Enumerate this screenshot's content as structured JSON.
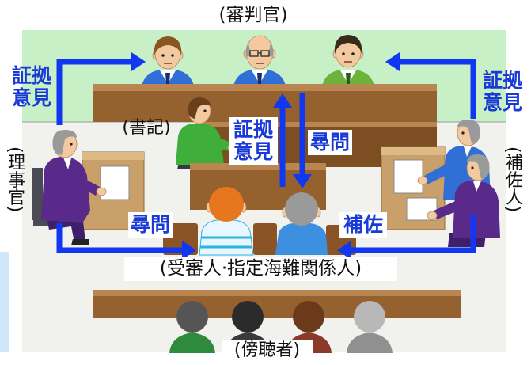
{
  "colors": {
    "arrow_blue": "#1038f0",
    "label_blue": "#1a3ad8",
    "wall_green": "#c8f0c6",
    "desk_brown": "#94612f"
  },
  "labels": {
    "judges": "(審判官)",
    "clerk": "(書記)",
    "inspector": "(理事官)",
    "counsel": "(補佐人)",
    "accused": "(受審人·指定海難関係人)",
    "audience": "(傍聴者)"
  },
  "flows": {
    "inspector_to_judges": {
      "line1": "証拠",
      "line2": "意見"
    },
    "counsel_to_judges": {
      "line1": "証拠",
      "line2": "意見"
    },
    "accused_to_judges": {
      "line1": "証拠",
      "line2": "意見"
    },
    "judges_to_accused": "尋問",
    "inspector_to_accused": "尋問",
    "counsel_to_accused": "補佐"
  }
}
